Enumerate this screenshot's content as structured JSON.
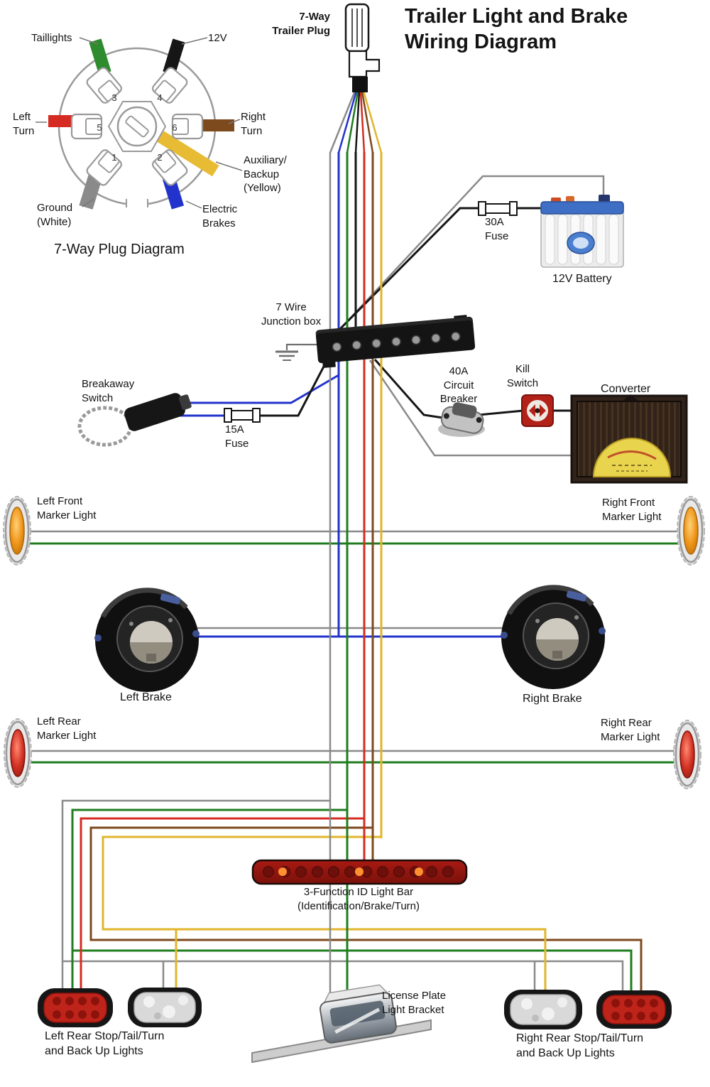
{
  "title": "Trailer Light and Brake\nWiring Diagram",
  "plug_diagram": {
    "caption": "7-Way Plug Diagram",
    "pin_labels": {
      "pin1": "1",
      "pin2": "2",
      "pin3": "3",
      "pin4": "4",
      "pin5": "5",
      "pin6": "6"
    },
    "callouts": {
      "taillights": "Taillights",
      "aux_12v": "12V",
      "left_turn": "Left\nTurn",
      "right_turn": "Right\nTurn",
      "ground": "Ground\n(White)",
      "electric_brakes": "Electric\nBrakes",
      "auxiliary_backup": "Auxiliary/\nBackup\n(Yellow)"
    }
  },
  "trailer_plug": {
    "label": "7-Way\nTrailer Plug"
  },
  "power": {
    "fuse_30a": "30A\nFuse",
    "battery": "12V Battery",
    "junction_box": "7 Wire\nJunction box",
    "breakaway_switch": "Breakaway\nSwitch",
    "fuse_15a": "15A\nFuse",
    "breaker_40a": "40A\nCircuit\nBreaker",
    "kill_switch": "Kill\nSwitch",
    "converter": "Converter"
  },
  "marker_lights": {
    "left_front": "Left Front\nMarker Light",
    "right_front": "Right Front\nMarker Light",
    "left_rear": "Left Rear\nMarker Light",
    "right_rear": "Right Rear\nMarker Light"
  },
  "brakes": {
    "left": "Left Brake",
    "right": "Right Brake"
  },
  "light_bar": {
    "label": "3-Function ID Light Bar\n(Identification/Brake/Turn)"
  },
  "license_plate": {
    "label": "License Plate\nLight Bracket"
  },
  "rear_lights": {
    "left": "Left Rear Stop/Tail/Turn\nand Back Up Lights",
    "right": "Right Rear Stop/Tail/Turn\nand Back Up Lights"
  },
  "wire_colors": {
    "ground_white": "#8a8a8a",
    "electric_brakes_blue": "#2233cc",
    "taillights_green": "#1f7d1f",
    "aux_12v_black": "#161616",
    "left_turn_red": "#d62b22",
    "right_turn_brown": "#7d4a1e",
    "auxiliary_yellow": "#e0b62c"
  }
}
